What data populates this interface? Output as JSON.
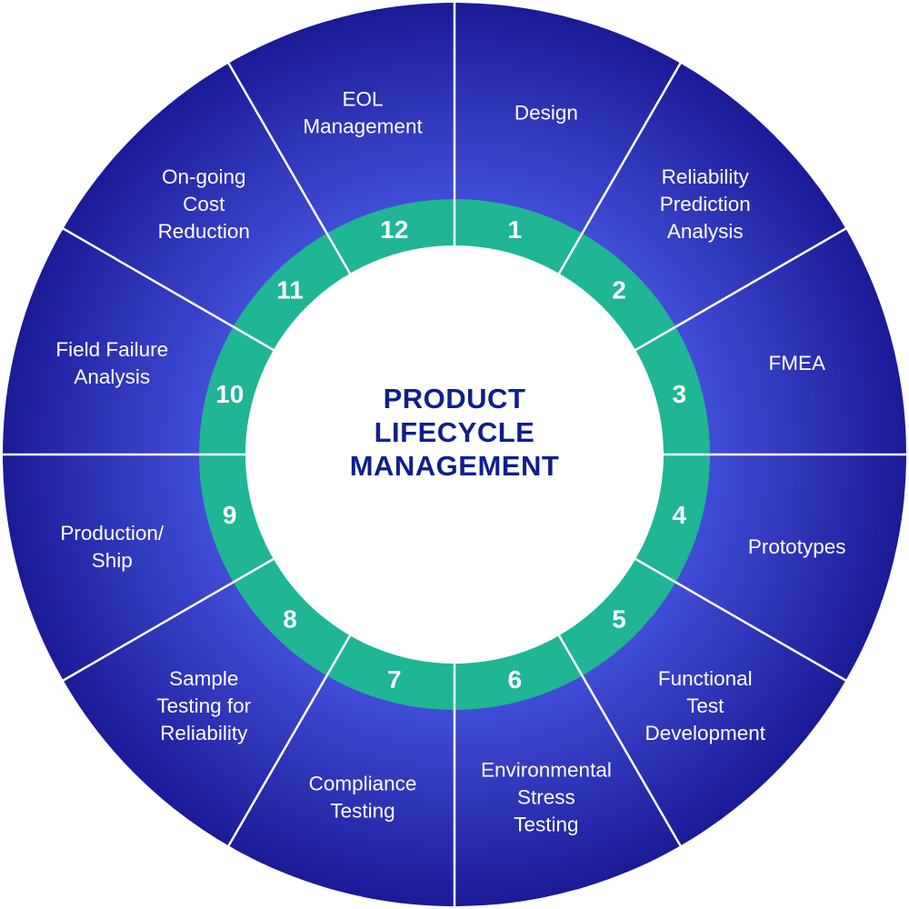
{
  "center_title_lines": [
    "PRODUCT",
    "LIFECYCLE",
    "MANAGEMENT"
  ],
  "stages": [
    {
      "number": "1",
      "label_lines": [
        "Design"
      ]
    },
    {
      "number": "2",
      "label_lines": [
        "Reliability",
        "Prediction",
        "Analysis"
      ]
    },
    {
      "number": "3",
      "label_lines": [
        "FMEA"
      ]
    },
    {
      "number": "4",
      "label_lines": [
        "Prototypes"
      ]
    },
    {
      "number": "5",
      "label_lines": [
        "Functional",
        "Test",
        "Development"
      ]
    },
    {
      "number": "6",
      "label_lines": [
        "Environmental",
        "Stress",
        "Testing"
      ]
    },
    {
      "number": "7",
      "label_lines": [
        "Compliance",
        "Testing"
      ]
    },
    {
      "number": "8",
      "label_lines": [
        "Sample",
        "Testing for",
        "Reliability"
      ]
    },
    {
      "number": "9",
      "label_lines": [
        "Production/",
        "Ship"
      ]
    },
    {
      "number": "10",
      "label_lines": [
        "Field Failure",
        "Analysis"
      ]
    },
    {
      "number": "11",
      "label_lines": [
        "On-going",
        "Cost",
        "Reduction"
      ]
    },
    {
      "number": "12",
      "label_lines": [
        "EOL",
        "Management"
      ]
    }
  ],
  "colors": {
    "wheel_light": "#4a5ae6",
    "wheel_dark": "#1a1a96",
    "ring": "#1fb595",
    "divider": "#ffffff",
    "center_fill": "#ffffff",
    "title": "#0f1f8c"
  }
}
